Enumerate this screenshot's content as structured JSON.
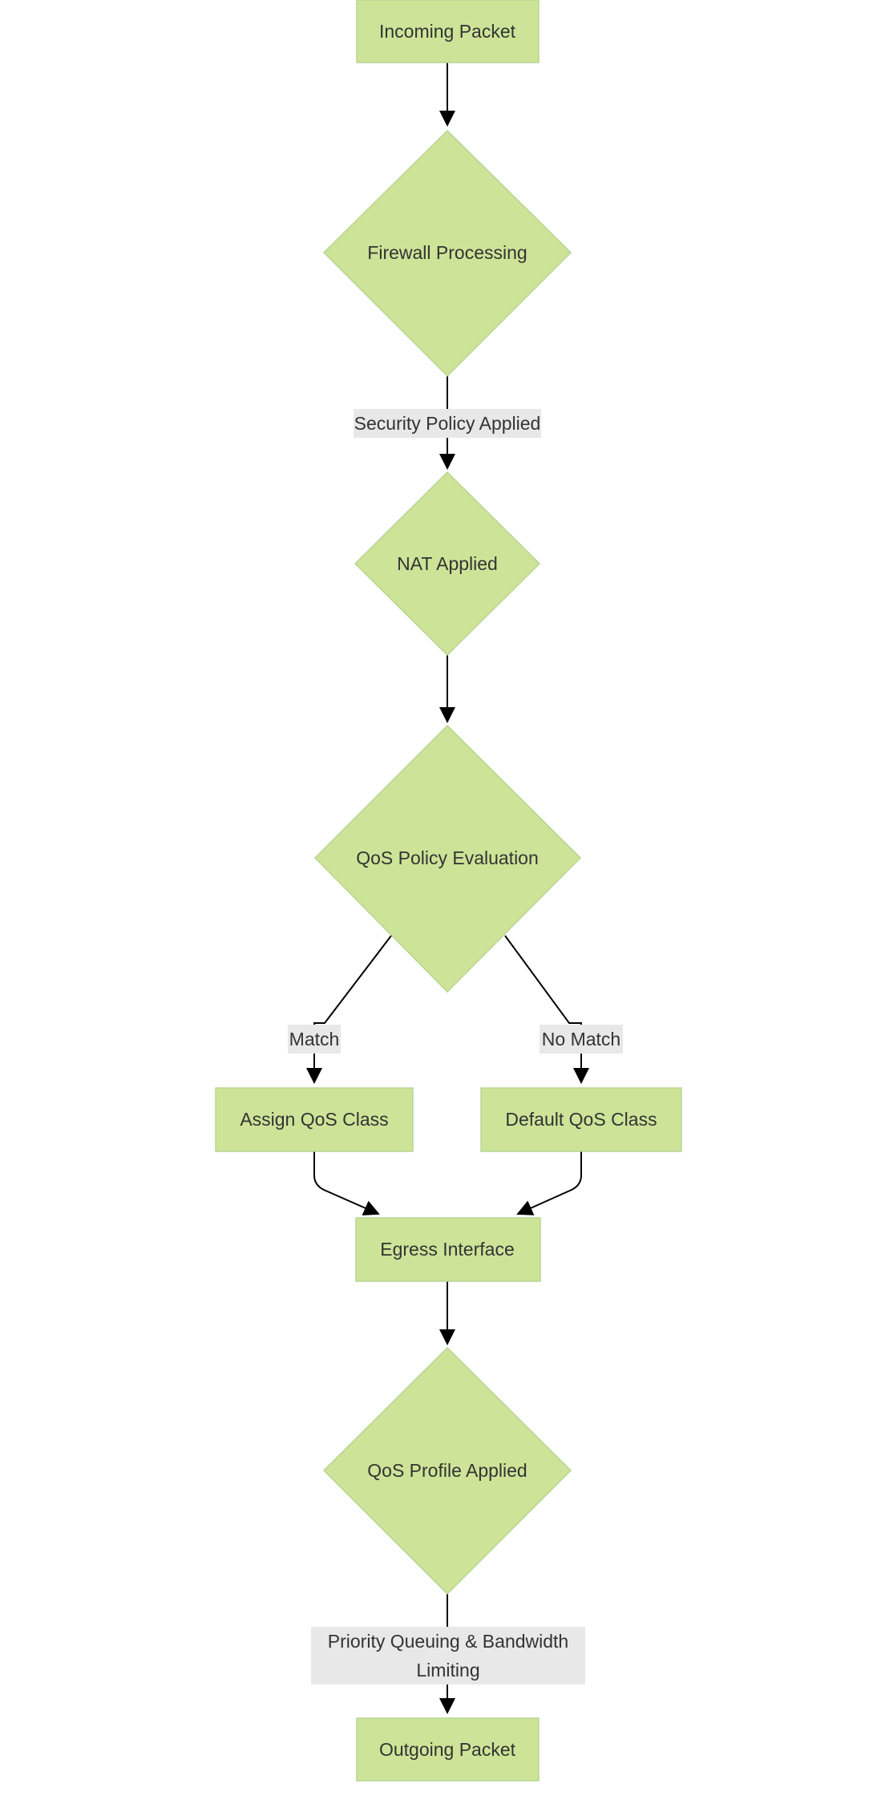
{
  "colors": {
    "node_fill": "#cde498",
    "node_stroke": "#b7d592",
    "edge": "#000000",
    "label_bg": "#e8e8e8",
    "text": "#333333"
  },
  "nodes": {
    "incoming_packet": "Incoming Packet",
    "firewall_processing": "Firewall Processing",
    "nat_applied": "NAT Applied",
    "qos_policy_evaluation": "QoS Policy Evaluation",
    "assign_qos_class": "Assign QoS Class",
    "default_qos_class": "Default QoS Class",
    "egress_interface": "Egress Interface",
    "qos_profile_applied": "QoS Profile Applied",
    "outgoing_packet": "Outgoing Packet"
  },
  "edge_labels": {
    "security_policy_applied": "Security Policy Applied",
    "match": "Match",
    "no_match": "No Match",
    "priority_queuing_line1": "Priority Queuing & Bandwidth",
    "priority_queuing_line2": "Limiting"
  }
}
